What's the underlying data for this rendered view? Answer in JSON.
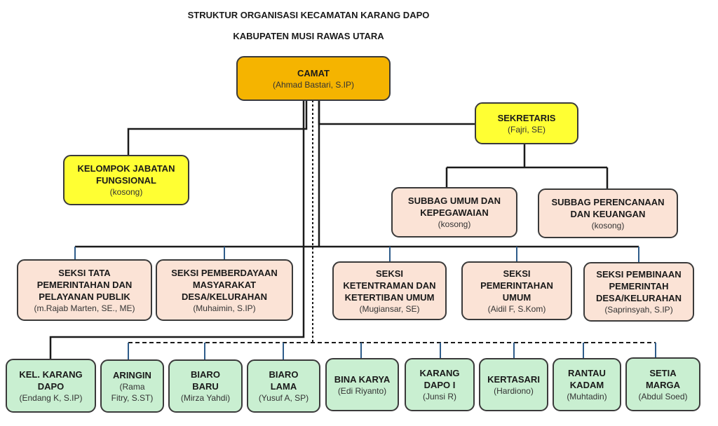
{
  "title": {
    "line1": "STRUKTUR ORGANISASI KECAMATAN KARANG DAPO",
    "line2": "KABUPATEN MUSI RAWAS UTARA"
  },
  "camat": {
    "name": "CAMAT",
    "person": "(Ahmad Bastari, S.IP)"
  },
  "sekretaris": {
    "name": "SEKRETARIS",
    "person": "(Fajri, SE)"
  },
  "kelompok": {
    "name": "KELOMPOK JABATAN\nFUNGSIONAL",
    "person": "(kosong)"
  },
  "subbag_umum": {
    "name": "SUBBAG UMUM DAN\nKEPEGAWAIAN",
    "person": "(kosong)"
  },
  "subbag_perencanaan": {
    "name": "SUBBAG PERENCANAAN\nDAN KEUANGAN",
    "person": "(kosong)"
  },
  "seksi": [
    {
      "name": "SEKSI TATA\nPEMERINTAHAN DAN\nPELAYANAN PUBLIK",
      "person": "(m.Rajab Marten, SE., ME)"
    },
    {
      "name": "SEKSI PEMBERDAYAAN\nMASYARAKAT\nDESA/KELURAHAN",
      "person": "(Muhaimin, S.IP)"
    },
    {
      "name": "SEKSI\nKETENTRAMAN DAN\nKETERTIBAN UMUM",
      "person": "(Mugiansar, SE)"
    },
    {
      "name": "SEKSI\nPEMERINTAHAN\nUMUM",
      "person": "(Aidil F, S.Kom)"
    },
    {
      "name": "SEKSI PEMBINAAN\nPEMERINTAH\nDESA/KELURAHAN",
      "person": "(Saprinsyah, S.IP)"
    }
  ],
  "desa": [
    {
      "name": "KEL. KARANG\nDAPO",
      "person": "(Endang K, S.IP)"
    },
    {
      "name": "ARINGIN",
      "person": "(Rama\nFitry, S.ST)"
    },
    {
      "name": "BIARO\nBARU",
      "person": "(Mirza Yahdi)"
    },
    {
      "name": "BIARO\nLAMA",
      "person": "(Yusuf A, SP)"
    },
    {
      "name": "BINA KARYA",
      "person": "(Edi Riyanto)"
    },
    {
      "name": "KARANG\nDAPO I",
      "person": "(Junsi R)"
    },
    {
      "name": "KERTASARI",
      "person": "(Hardiono)"
    },
    {
      "name": "RANTAU\nKADAM",
      "person": "(Muhtadin)"
    },
    {
      "name": "SETIA\nMARGA",
      "person": "(Abdul Soed)"
    }
  ],
  "colors": {
    "camat": "#f5b400",
    "sekretaris": "#ffff33",
    "subbag_seksi": "#fbe3d6",
    "desa": "#c9efd1",
    "connector_dark": "#1a1a1a",
    "connector_blue": "#2e5c8a"
  }
}
